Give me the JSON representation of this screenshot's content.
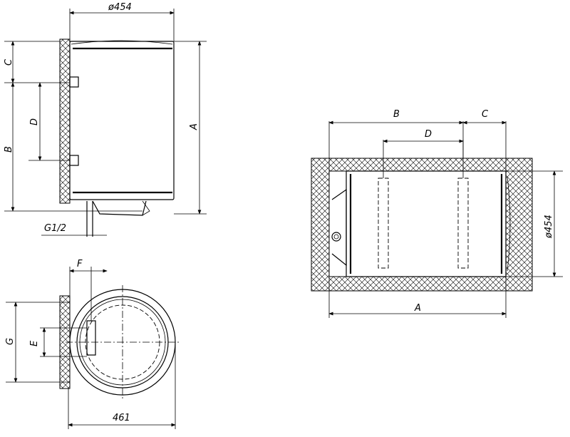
{
  "labels": {
    "top_diameter": "ø454",
    "side_c": "C",
    "side_d": "D",
    "side_b": "B",
    "side_a": "A",
    "pipe": "G1/2",
    "bottom_f": "F",
    "bottom_g": "G",
    "bottom_e": "E",
    "bottom_width": "461",
    "plan_b": "B",
    "plan_c": "C",
    "plan_d": "D",
    "plan_diameter": "ø454",
    "plan_a": "A"
  }
}
